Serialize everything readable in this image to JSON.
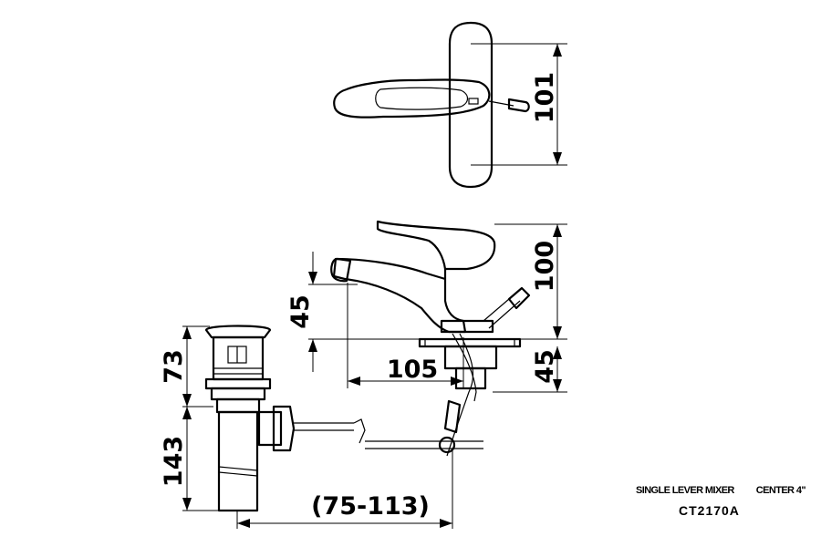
{
  "dimensions": {
    "top_view_depth": "101",
    "spout_height": "45",
    "body_height": "100",
    "deck_to_base": "45",
    "spout_reach": "105",
    "drain_top": "73",
    "drain_bottom": "143",
    "drain_offset": "(75-113)"
  },
  "caption": {
    "product": "SINGLE LEVER MIXER",
    "center": "CENTER 4\"",
    "model": "CT2170A"
  }
}
